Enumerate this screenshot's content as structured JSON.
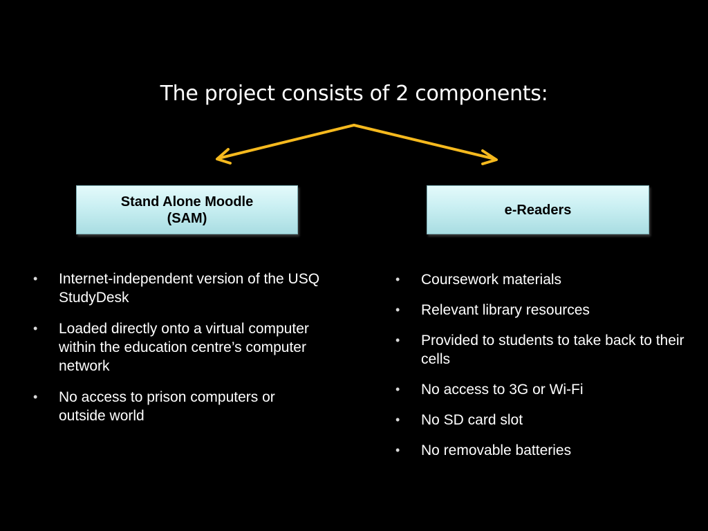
{
  "slide": {
    "title": "The project consists of 2 components:",
    "accent_color": "#f5b91e",
    "background": "#000000"
  },
  "components": [
    {
      "label": "Stand Alone Moodle (SAM)",
      "label_line1": "Stand Alone Moodle",
      "label_line2": "(SAM)",
      "bullets": [
        "Internet-independent version of the USQ StudyDesk",
        "Loaded directly onto a virtual computer within the education centre’s computer network",
        "No access to prison computers or outside world"
      ]
    },
    {
      "label": "e-Readers",
      "bullets": [
        "Coursework materials",
        "Relevant library resources",
        "Provided to students to take back to their cells",
        "No access to 3G or Wi-Fi",
        "No SD card slot",
        "No removable batteries"
      ]
    }
  ],
  "bullet_glyph": "•"
}
